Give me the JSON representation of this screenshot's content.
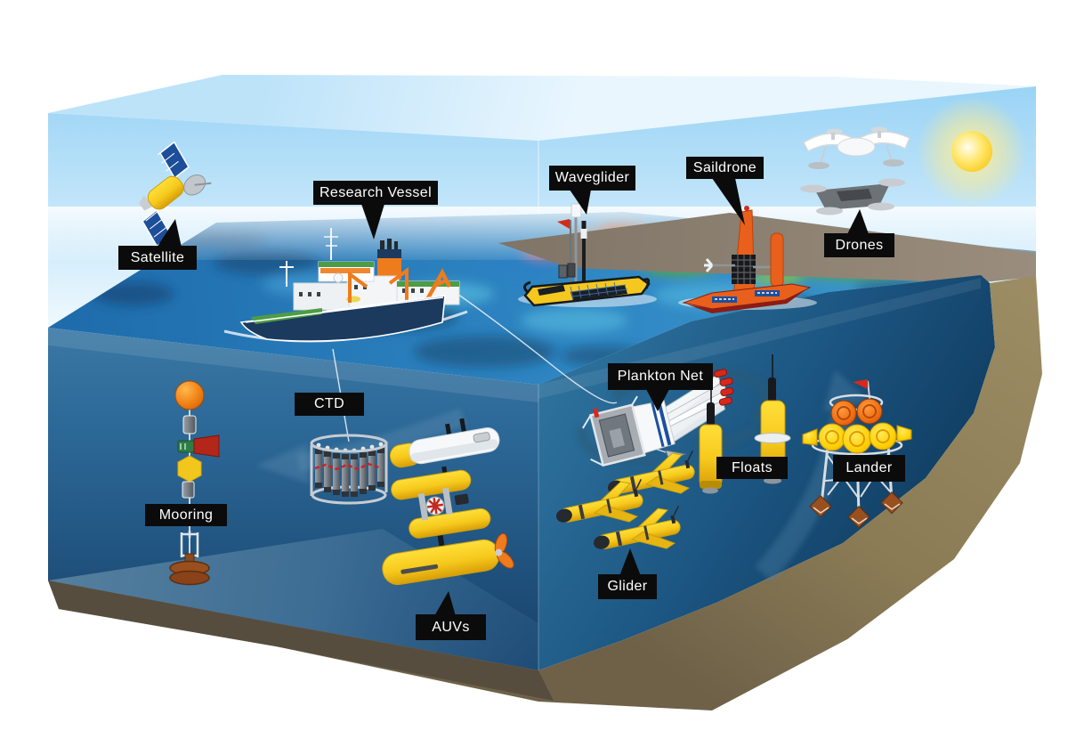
{
  "scene": {
    "description": "3D cutaway illustration of ocean observing technologies",
    "labels": [
      {
        "id": "satellite",
        "text": "Satellite"
      },
      {
        "id": "research-vessel",
        "text": "Research Vessel"
      },
      {
        "id": "waveglider",
        "text": "Waveglider"
      },
      {
        "id": "saildrone",
        "text": "Saildrone"
      },
      {
        "id": "drones",
        "text": "Drones"
      },
      {
        "id": "ctd",
        "text": "CTD"
      },
      {
        "id": "mooring",
        "text": "Mooring"
      },
      {
        "id": "auvs",
        "text": "AUVs"
      },
      {
        "id": "plankton-net",
        "text": "Plankton Net"
      },
      {
        "id": "floats",
        "text": "Floats"
      },
      {
        "id": "glider",
        "text": "Glider"
      },
      {
        "id": "lander",
        "text": "Lander"
      }
    ],
    "colors": {
      "label_bg": "#0b0b0b",
      "label_text": "#ffffff",
      "sky": "#a6d9f6",
      "sun": "#f7c50a",
      "surface_blue": "#2273b5",
      "deep_water": "#16436b",
      "sediment": "#8a7b55",
      "accent_orange": "#e8601c",
      "instrument_yellow": "#f6c91c",
      "vessel_hull": "#1b3a5e"
    }
  }
}
